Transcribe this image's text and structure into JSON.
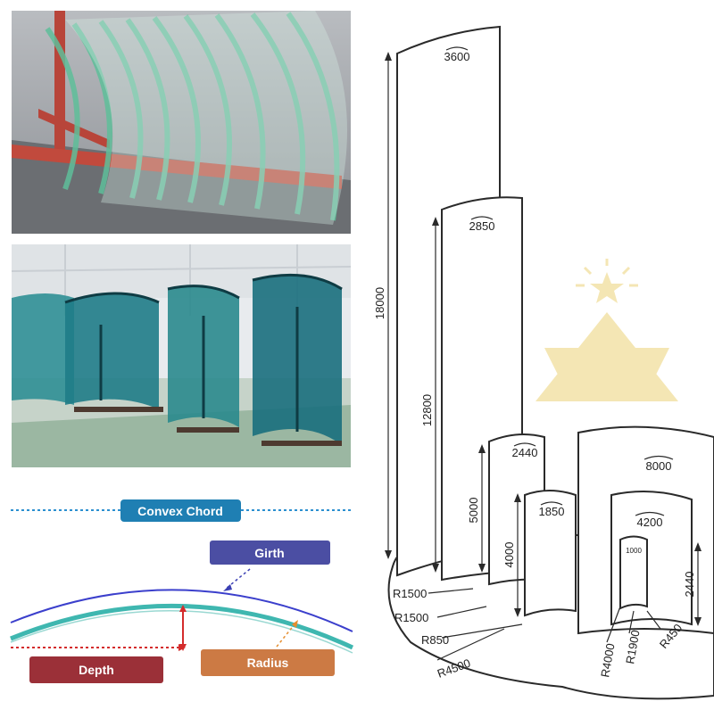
{
  "glossary": {
    "convex_chord": "Convex Chord",
    "girth": "Girth",
    "depth": "Depth",
    "radius": "Radius"
  },
  "arcs": [
    "3600",
    "2850",
    "2440",
    "1850",
    "8000",
    "4200",
    "1000"
  ],
  "heights": [
    "18000",
    "12800",
    "5000",
    "4000",
    "2440"
  ],
  "radii": [
    "R1500",
    "R1500",
    "R850",
    "R4500",
    "R4000",
    "R1900",
    "R450"
  ],
  "colors": {
    "chord_pill": "#1f7fb3",
    "girth_pill": "#4b4ea3",
    "depth_pill": "#9b3038",
    "radius_pill": "#cc7a44",
    "logo": "#f3e2a8"
  }
}
